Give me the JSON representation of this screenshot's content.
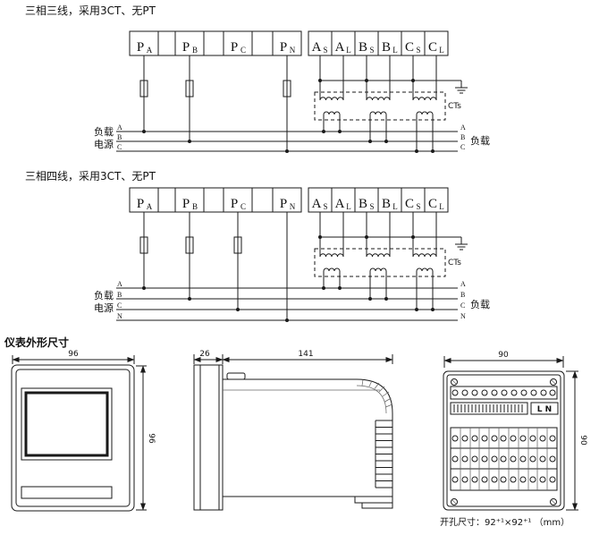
{
  "sections": {
    "d1_title": "三相三线，采用3CT、无PT",
    "d2_title": "三相四线，采用3CT、无PT",
    "dim_title": "仪表外形尺寸",
    "cutout_note": "开孔尺寸：92⁺¹×92⁺¹ （mm）"
  },
  "terminals": {
    "voltage": [
      {
        "m": "P",
        "s": "A"
      },
      {
        "m": "P",
        "s": "B"
      },
      {
        "m": "P",
        "s": "C"
      },
      {
        "m": "P",
        "s": "N"
      }
    ],
    "current": [
      {
        "m": "A",
        "s": "S"
      },
      {
        "m": "A",
        "s": "L"
      },
      {
        "m": "B",
        "s": "S"
      },
      {
        "m": "B",
        "s": "L"
      },
      {
        "m": "C",
        "s": "S"
      },
      {
        "m": "C",
        "s": "L"
      }
    ]
  },
  "labels": {
    "load": "负载",
    "source": "电源",
    "cts": "CTs",
    "ln": "L N",
    "phase_a": "A",
    "phase_b": "B",
    "phase_c": "C",
    "phase_n": "N"
  },
  "dimensions": {
    "front_width": "96",
    "front_height": "96",
    "side_bezel_depth": "26",
    "side_body_length": "141",
    "back_width": "90",
    "back_height": "90"
  }
}
